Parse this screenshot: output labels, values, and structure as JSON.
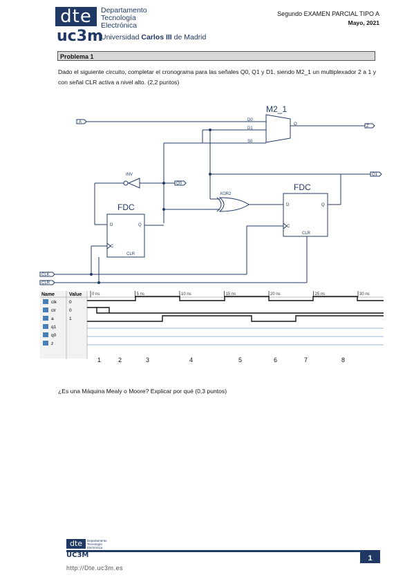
{
  "header": {
    "logo_top": "dte",
    "logo_bottom": "uc3m",
    "dept_lines": [
      "Departamento",
      "Tecnología",
      "Electrónica"
    ],
    "univ_prefix": "Universidad ",
    "univ_bold": "Carlos III",
    "univ_suffix": " de Madrid",
    "exam_title": "Segundo EXAMEN PARCIAL TIPO A",
    "exam_date": "Mayo, 2021"
  },
  "problem": {
    "title": "Problema 1",
    "statement": "Dado el siguiente circuito, completar el cronograma para las señales Q0, Q1 y D1, siendo M2_1 un multiplexador 2 a 1 y con señal CLR activa a nivel alto. (2,2 puntos)",
    "question2": "¿Es una Máquina Mealy o Moore? Explicar por qué (0,3 puntos)"
  },
  "circuit": {
    "mux_name": "M2_1",
    "mux_pins": [
      "D0",
      "D1",
      "S0",
      "O"
    ],
    "ff_name": "FDC",
    "ff_pins": [
      "D",
      "Q",
      "C",
      "CLR"
    ],
    "inv_name": "INV",
    "xor_name": "XOR2",
    "ports": [
      "A",
      "Z",
      "Q1",
      "Q0",
      "CLK",
      "CLR"
    ]
  },
  "timing": {
    "col_name": "Name",
    "col_value": "Value",
    "time_labels": [
      "0 ns",
      "5 ns",
      "10 ns",
      "15 ns",
      "20 ns",
      "25 ns",
      "30 ns"
    ],
    "signals": [
      {
        "name": "clk",
        "value": "0"
      },
      {
        "name": "clr",
        "value": "0"
      },
      {
        "name": "a",
        "value": "1"
      },
      {
        "name": "q1",
        "value": ""
      },
      {
        "name": "q0",
        "value": ""
      },
      {
        "name": "z",
        "value": ""
      }
    ],
    "intervals": [
      "1",
      "2",
      "3",
      "4",
      "5",
      "6",
      "7",
      "8"
    ]
  },
  "footer": {
    "logo_top": "dte",
    "logo_bottom": "UC3M",
    "dept_lines": [
      "Departamento",
      "Tecnología",
      "Electrónica"
    ],
    "page": "1",
    "url": "http://Dte.uc3m.es"
  }
}
